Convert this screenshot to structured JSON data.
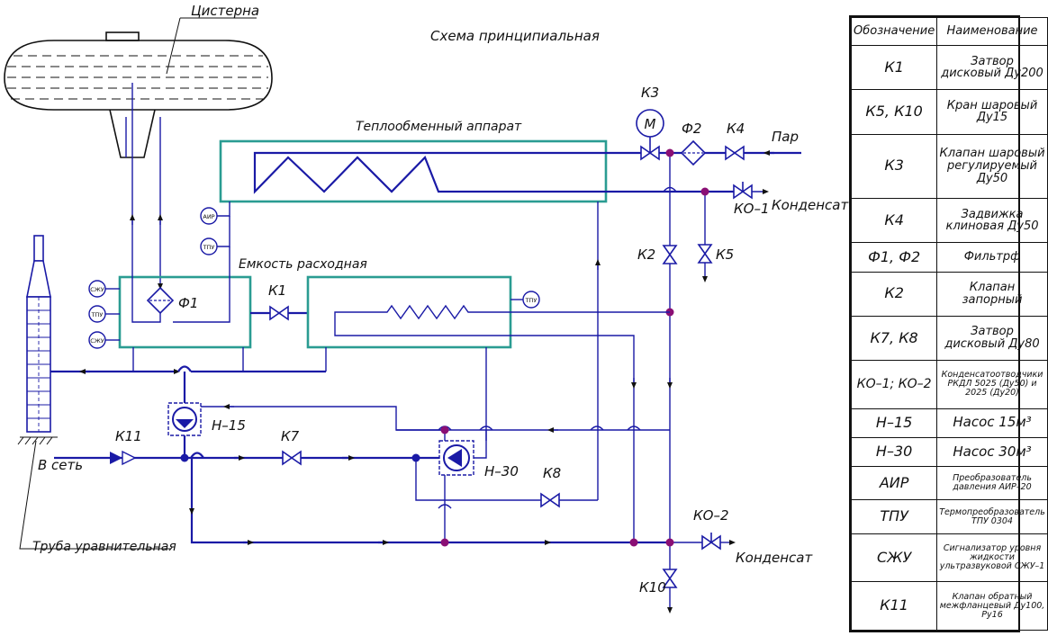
{
  "diagram": {
    "title": "Схема принципиальная",
    "labels": {
      "tank": "Цистерна",
      "heat_exchanger": "Теплообменный аппарат",
      "vessel": "Емкость расходная",
      "pipe": "Труба уравнительная",
      "to_network": "В сеть",
      "steam": "Пар",
      "condensate_top": "Конденсат",
      "condensate_bottom": "Конденсат",
      "motor": "М",
      "K1": "К1",
      "K2": "К2",
      "K3": "К3",
      "K4": "К4",
      "K5": "К5",
      "K7": "К7",
      "K8": "К8",
      "K10": "К10",
      "K11": "К11",
      "KO1": "КО–1",
      "KO2": "КО–2",
      "F1": "Ф1",
      "F2": "Ф2",
      "H15": "Н–15",
      "H30": "Н–30",
      "AIR": "АИР",
      "TPU1": "ТПУ",
      "TPU2": "ТПУ",
      "TPU3": "ТПУ",
      "SZHU1": "СЖУ",
      "SZHU2": "СЖУ"
    }
  },
  "legend": {
    "headers": {
      "code": "Обозначение",
      "name": "Наименование"
    },
    "rows": [
      {
        "code": "К1",
        "name": "Затвор дисковый Ду200"
      },
      {
        "code": "К5, К10",
        "name": "Кран шаровый Ду15"
      },
      {
        "code": "К3",
        "name": "Клапан шаровый регулируемый Ду50"
      },
      {
        "code": "К4",
        "name": "Задвижка клиновая Ду50"
      },
      {
        "code": "Ф1, Ф2",
        "name": "Фильтрф"
      },
      {
        "code": "К2",
        "name": "Клапан запорный"
      },
      {
        "code": "К7, К8",
        "name": "Затвор дисковый Ду80"
      },
      {
        "code": "КО–1; КО–2",
        "name": "Конденсатоотводчики РКДЛ 5025 (Ду50) и 2025 (Ду20)"
      },
      {
        "code": "Н–15",
        "name": "Насос 15м³"
      },
      {
        "code": "Н–30",
        "name": "Насос 30м³"
      },
      {
        "code": "АИР",
        "name": "Преобразователь давления АИР–20"
      },
      {
        "code": "ТПУ",
        "name": "Термопреобразователь ТПУ 0304"
      },
      {
        "code": "СЖУ",
        "name": "Сигнализатор уровня жидкости ультразвуковой СЖУ–1"
      },
      {
        "code": "К11",
        "name": "Клапан обратный межфланцевый Ду100, Ру16"
      }
    ]
  },
  "colors": {
    "pipe": "#1a1aa6",
    "equipment": "#2a9c92",
    "node": "#8a0f74"
  }
}
